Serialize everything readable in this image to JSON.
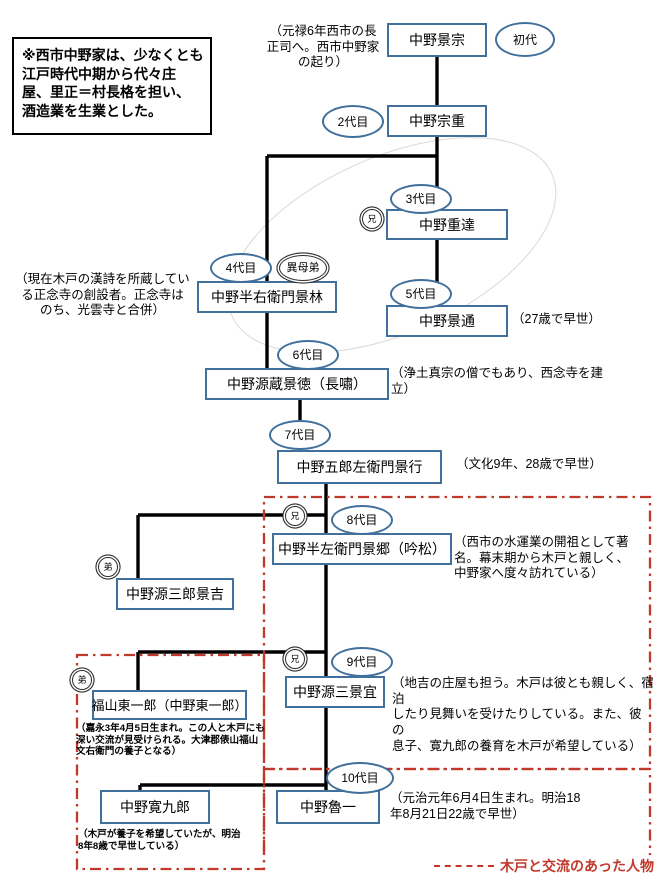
{
  "memo": {
    "text": "※西市中野家は、少なくとも\n江戸時代中期から代々庄\n屋、里正＝村長格を担い、\n酒造業を生業とした。"
  },
  "legend": {
    "label": "木戸と交流のあった人物",
    "line_color": "#C0392B",
    "line_style": "dash-dot"
  },
  "colors": {
    "box_border": "#41709C",
    "connector": "#000000",
    "highlight_box": "#C0392B",
    "memo_border": "#000000",
    "faint_ellipse": "#D5D5D5"
  },
  "people": [
    {
      "id": "kagemune",
      "name": "中野景宗",
      "generation": "初代",
      "sibling": null,
      "note": "（元禄6年西市の長\n正司へ。西市中野家\nの起り）"
    },
    {
      "id": "muneshige",
      "name": "中野宗重",
      "generation": "2代目",
      "sibling": null,
      "note": null
    },
    {
      "id": "shigetatsu",
      "name": "中野重達",
      "generation": "3代目",
      "sibling": "兄",
      "note": null
    },
    {
      "id": "hanemon-kagebayashi",
      "name": "中野半右衛門景林",
      "generation": "4代目",
      "sibling": "異母弟",
      "note": "（現在木戸の漢詩を所蔵してい\nる正念寺の創設者。正念寺は\nのち、光雲寺と合併）"
    },
    {
      "id": "kagemichi",
      "name": "中野景通",
      "generation": "5代目",
      "sibling": null,
      "note": "（27歳で早世）"
    },
    {
      "id": "genzo-kagenori",
      "name": "中野源蔵景徳（長嘯）",
      "generation": "6代目",
      "sibling": null,
      "note": "（浄土真宗の僧でもあり、西念寺を建\n立）"
    },
    {
      "id": "goroemon-kageyuki",
      "name": "中野五郎左衛門景行",
      "generation": "7代目",
      "sibling": null,
      "note": "（文化9年、28歳で早世）"
    },
    {
      "id": "hanzaemon-kagesato",
      "name": "中野半左衛門景郷（吟松）",
      "generation": "8代目",
      "sibling": "兄",
      "note": "（西市の水運業の開祖として著\n名。幕末期から木戸と親しく、\n中野家へ度々訪れている）"
    },
    {
      "id": "genzaburo-kageyoshi",
      "name": "中野源三郎景吉",
      "generation": null,
      "sibling": "弟",
      "note": null
    },
    {
      "id": "genzo-kagenobu",
      "name": "中野源三景宜",
      "generation": "9代目",
      "sibling": "兄",
      "note": "（地吉の庄屋も担う。木戸は彼とも親しく、宿泊\nしたり見舞いを受けたりしている。また、彼の\n息子、寛九郎の養育を木戸が希望している）"
    },
    {
      "id": "fukuyama-toichiro",
      "name": "福山東一郎（中野東一郎）",
      "generation": null,
      "sibling": "弟",
      "note": "（嘉永3年4月5日生まれ。この人と木戸にも\n深い交流が見受けられる。大津郡俵山福山\n文右衛門の養子となる）"
    },
    {
      "id": "kankuro",
      "name": "中野寛九郎",
      "generation": null,
      "sibling": null,
      "note": "（木戸が養子を希望していたが、明治\n8年8歳で早世している）"
    },
    {
      "id": "roichi",
      "name": "中野魯一",
      "generation": "10代目",
      "sibling": null,
      "note": "（元治元年6月4日生まれ。明治18\n年8月21日22歳で早世）"
    }
  ]
}
